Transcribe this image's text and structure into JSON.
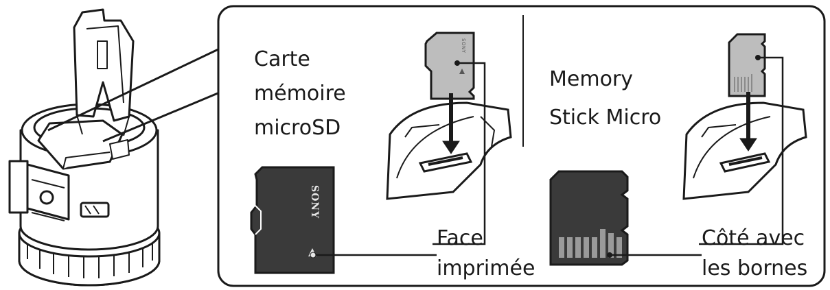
{
  "labels": {
    "microsd": [
      "Carte",
      "mémoire",
      "microSD"
    ],
    "memory_stick_micro": [
      "Memory",
      "Stick Micro"
    ],
    "printed_face": [
      "Face",
      "imprimée"
    ],
    "terminal_side": [
      "Côté avec",
      "les bornes"
    ]
  },
  "card_brand": "SONY",
  "colors": {
    "line": "#1a1a1a",
    "card_dark": "#3a3a3a",
    "card_light": "#bdbdbd",
    "contacts": "#9a9a9a",
    "background": "#ffffff"
  }
}
